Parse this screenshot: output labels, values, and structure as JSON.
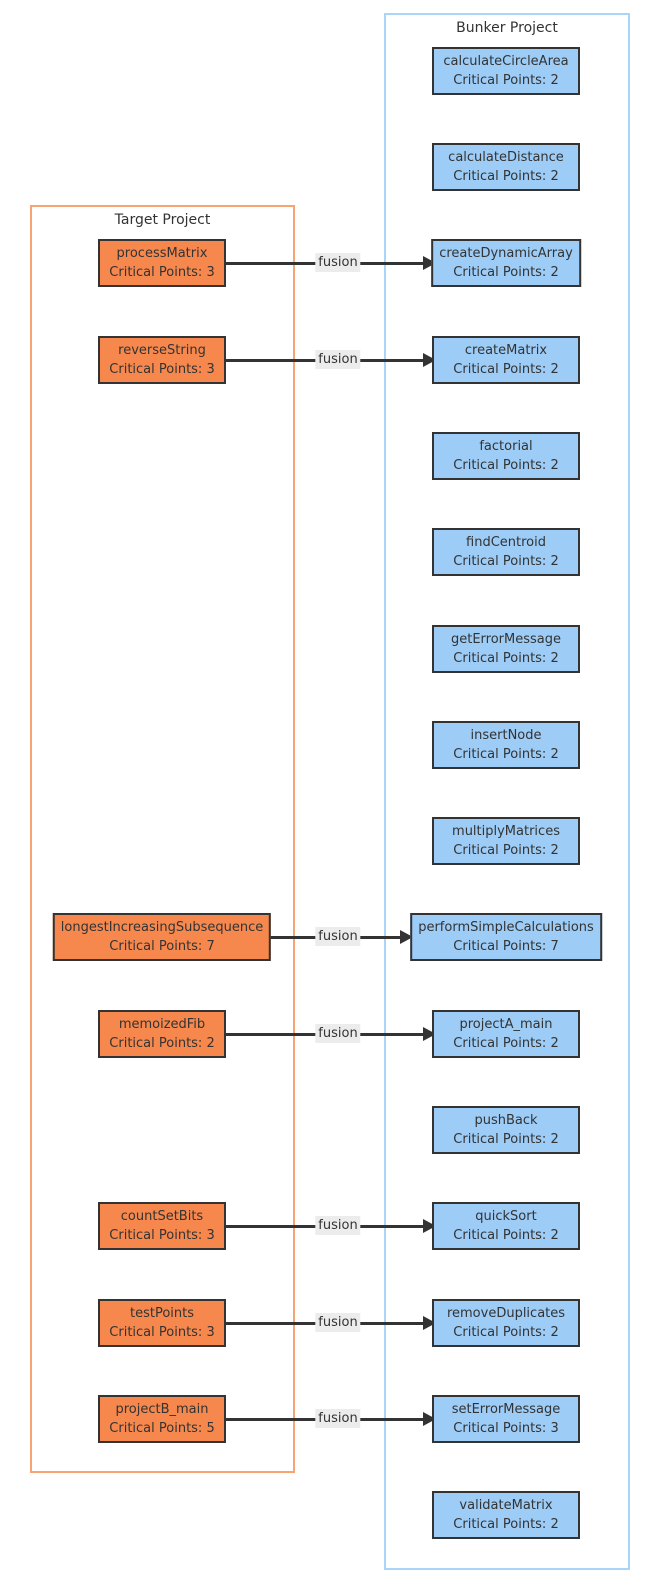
{
  "diagram_type": "project-fusion-flowchart",
  "edge_relationship_label": "fusion",
  "target_project": {
    "title": "Target Project",
    "node_count": 7,
    "nodes": [
      {
        "name": "processMatrix",
        "critical_points": 3,
        "cp_text": "Critical Points: 3"
      },
      {
        "name": "reverseString",
        "critical_points": 3,
        "cp_text": "Critical Points: 3"
      },
      {
        "name": "longestIncreasingSubsequence",
        "critical_points": 7,
        "cp_text": "Critical Points: 7"
      },
      {
        "name": "memoizedFib",
        "critical_points": 2,
        "cp_text": "Critical Points: 2"
      },
      {
        "name": "countSetBits",
        "critical_points": 3,
        "cp_text": "Critical Points: 3"
      },
      {
        "name": "testPoints",
        "critical_points": 3,
        "cp_text": "Critical Points: 3"
      },
      {
        "name": "projectB_main",
        "critical_points": 5,
        "cp_text": "Critical Points: 5"
      }
    ]
  },
  "bunker_project": {
    "title": "Bunker Project",
    "node_count": 16,
    "nodes": [
      {
        "name": "calculateCircleArea",
        "critical_points": 2,
        "cp_text": "Critical Points: 2"
      },
      {
        "name": "calculateDistance",
        "critical_points": 2,
        "cp_text": "Critical Points: 2"
      },
      {
        "name": "createDynamicArray",
        "critical_points": 2,
        "cp_text": "Critical Points: 2"
      },
      {
        "name": "createMatrix",
        "critical_points": 2,
        "cp_text": "Critical Points: 2"
      },
      {
        "name": "factorial",
        "critical_points": 2,
        "cp_text": "Critical Points: 2"
      },
      {
        "name": "findCentroid",
        "critical_points": 2,
        "cp_text": "Critical Points: 2"
      },
      {
        "name": "getErrorMessage",
        "critical_points": 2,
        "cp_text": "Critical Points: 2"
      },
      {
        "name": "insertNode",
        "critical_points": 2,
        "cp_text": "Critical Points: 2"
      },
      {
        "name": "multiplyMatrices",
        "critical_points": 2,
        "cp_text": "Critical Points: 2"
      },
      {
        "name": "performSimpleCalculations",
        "critical_points": 7,
        "cp_text": "Critical Points: 7"
      },
      {
        "name": "projectA_main",
        "critical_points": 2,
        "cp_text": "Critical Points: 2"
      },
      {
        "name": "pushBack",
        "critical_points": 2,
        "cp_text": "Critical Points: 2"
      },
      {
        "name": "quickSort",
        "critical_points": 2,
        "cp_text": "Critical Points: 2"
      },
      {
        "name": "removeDuplicates",
        "critical_points": 2,
        "cp_text": "Critical Points: 2"
      },
      {
        "name": "setErrorMessage",
        "critical_points": 3,
        "cp_text": "Critical Points: 3"
      },
      {
        "name": "validateMatrix",
        "critical_points": 2,
        "cp_text": "Critical Points: 2"
      }
    ]
  },
  "edges": [
    {
      "from": "processMatrix",
      "to": "createDynamicArray",
      "label": "fusion"
    },
    {
      "from": "reverseString",
      "to": "createMatrix",
      "label": "fusion"
    },
    {
      "from": "longestIncreasingSubsequence",
      "to": "performSimpleCalculations",
      "label": "fusion"
    },
    {
      "from": "memoizedFib",
      "to": "projectA_main",
      "label": "fusion"
    },
    {
      "from": "countSetBits",
      "to": "quickSort",
      "label": "fusion"
    },
    {
      "from": "testPoints",
      "to": "removeDuplicates",
      "label": "fusion"
    },
    {
      "from": "projectB_main",
      "to": "setErrorMessage",
      "label": "fusion"
    }
  ],
  "colors": {
    "background": "#ffffff",
    "target_node_fill": "#f6884e",
    "bunker_node_fill": "#9dccf7",
    "node_border": "#333333",
    "target_container_border": "#f7a470",
    "bunker_container_border": "#abd5f8",
    "edge_line": "#333333",
    "edge_label_bg": "#ececec",
    "text": "#333333"
  }
}
